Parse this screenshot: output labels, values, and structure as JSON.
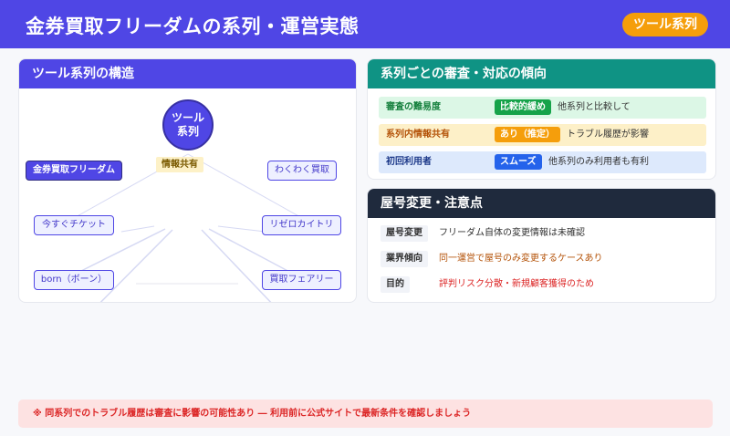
{
  "header": {
    "title": "金券買取フリーダムの系列・運営実態",
    "badge": "ツール系列"
  },
  "structure": {
    "title": "ツール系列の構造",
    "hub_line1": "ツール",
    "hub_line2": "系列",
    "main_node": "金券買取フリーダム",
    "share_tag": "情報共有",
    "nodes": [
      "わくわく買取",
      "今すぐチケット",
      "リゼロカイトリ",
      "born（ボーン）",
      "買取フェアリー"
    ]
  },
  "trend": {
    "title": "系列ごとの審査・対応の傾向",
    "rows": [
      {
        "label": "審査の難易度",
        "pill": "比較的緩め",
        "note": "他系列と比較して",
        "label_color": "#15803d",
        "pill_color": "#16a34a",
        "bg": "#dcf7e6"
      },
      {
        "label": "系列内情報共有",
        "pill": "あり（推定）",
        "note": "トラブル履歴が影響",
        "label_color": "#b45309",
        "pill_color": "#f59e0b",
        "bg": "#fdf0c8"
      },
      {
        "label": "初回利用者",
        "pill": "スムーズ",
        "note": "他系列のみ利用者も有利",
        "label_color": "#1e3a8a",
        "pill_color": "#2563eb",
        "bg": "#dde9fc"
      }
    ]
  },
  "change": {
    "title": "屋号変更・注意点",
    "rows": [
      {
        "key": "屋号変更",
        "value": "フリーダム自体の変更情報は未確認",
        "color": "#333333"
      },
      {
        "key": "業界傾向",
        "value": "同一運営で屋号のみ変更するケースあり",
        "color": "#b45309"
      },
      {
        "key": "目的",
        "value": "評判リスク分散・新規顧客獲得のため",
        "color": "#dc2626"
      }
    ]
  },
  "footer": {
    "note": "※ 同系列でのトラブル履歴は審査に影響の可能性あり ― 利用前に公式サイトで最新条件を確認しましょう"
  },
  "colors": {
    "primary": "#4f46e5",
    "teal": "#0f9384",
    "dark": "#1f2a3d",
    "accent": "#f59e0b",
    "alert": "#dc2626"
  }
}
